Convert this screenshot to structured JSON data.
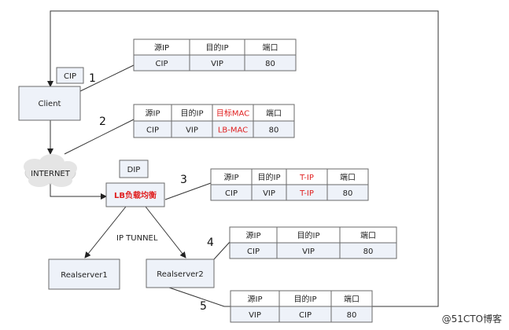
{
  "colors": {
    "box_fill": "#eef2f9",
    "box_stroke": "#6a6a6a",
    "highlight": "#e02020",
    "text": "#222222"
  },
  "nodes": {
    "client": "Client",
    "cip_tag": "CIP",
    "internet": "INTERNET",
    "lb": "LB负载均衡",
    "dip_tag": "DIP",
    "rs1": "Realserver1",
    "rs2": "Realserver2"
  },
  "labels": {
    "ip_tunnel": "IP TUNNEL"
  },
  "steps": [
    "1",
    "2",
    "3",
    "4",
    "5"
  ],
  "tables": {
    "t1": {
      "header": [
        "源IP",
        "目的IP",
        "端口"
      ],
      "row": [
        "CIP",
        "VIP",
        "80"
      ]
    },
    "t2": {
      "header": [
        "源IP",
        "目的IP",
        "目标MAC",
        "端口"
      ],
      "row": [
        "CIP",
        "VIP",
        "LB-MAC",
        "80"
      ]
    },
    "t3": {
      "header": [
        "源IP",
        "目的IP",
        "T-IP",
        "端口"
      ],
      "row": [
        "CIP",
        "VIP",
        "T-IP",
        "80"
      ]
    },
    "t4": {
      "header": [
        "源IP",
        "目的IP",
        "端口"
      ],
      "row": [
        "CIP",
        "VIP",
        "80"
      ]
    },
    "t5": {
      "header": [
        "源IP",
        "目的IP",
        "端口"
      ],
      "row": [
        "VIP",
        "CIP",
        "80"
      ]
    }
  },
  "watermark": "@51CTO博客"
}
